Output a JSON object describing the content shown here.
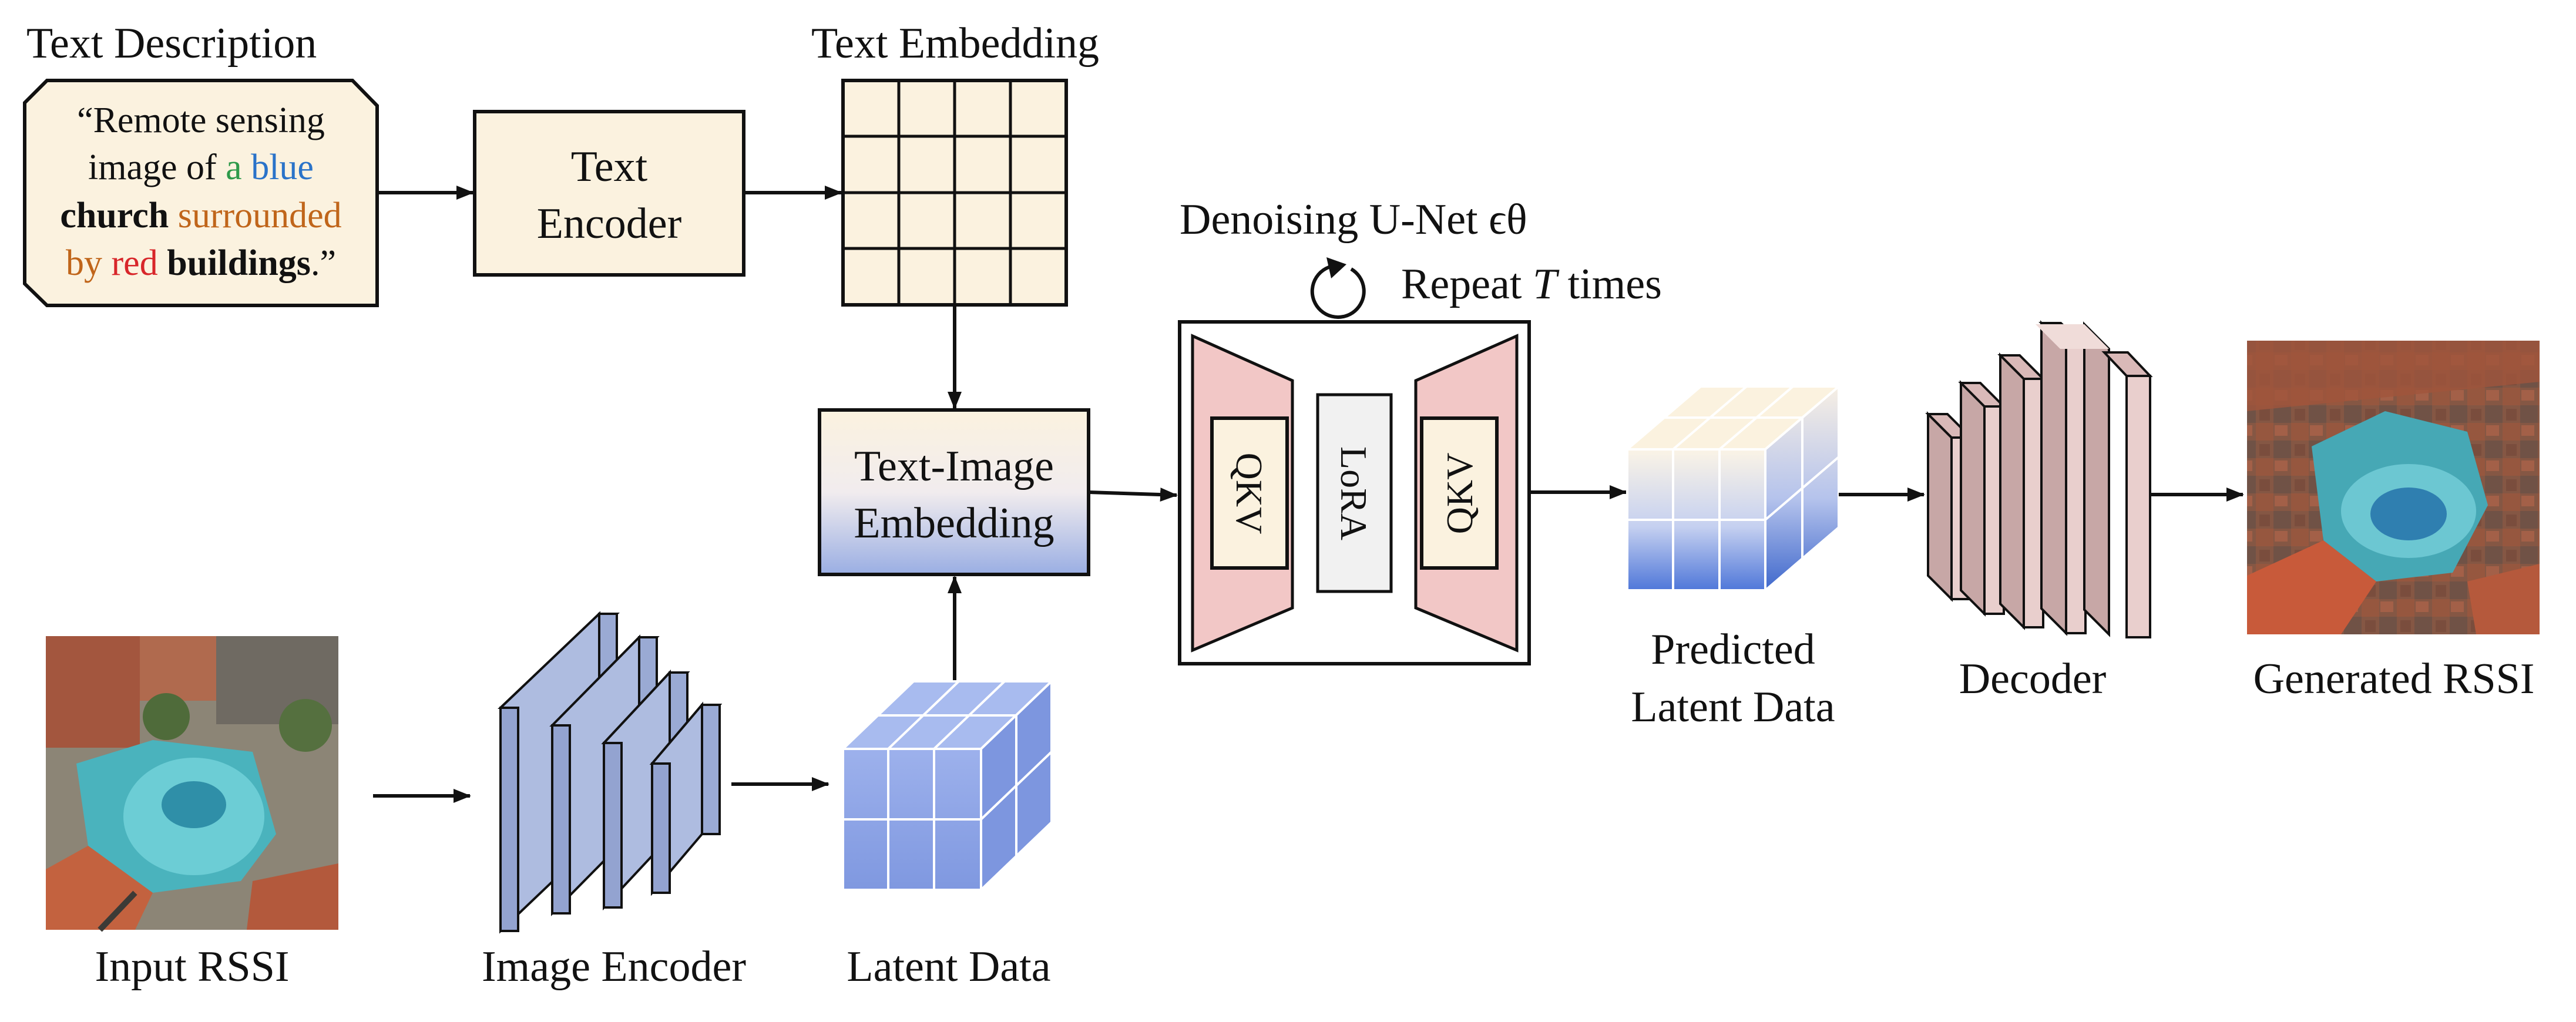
{
  "labels": {
    "text_description": "Text Description",
    "text_embedding": "Text Embedding",
    "text_encoder_line1": "Text",
    "text_encoder_line2": "Encoder",
    "text_image_line1": "Text-Image",
    "text_image_line2": "Embedding",
    "denoising_title": "Denoising U-Net ϵθ",
    "repeat_prefix": "Repeat ",
    "repeat_var": "T",
    "repeat_suffix": " times",
    "qkv_left": "QKV",
    "lora": "LoRA",
    "qkv_right": "QKV",
    "predicted_line1": "Predicted",
    "predicted_line2": "Latent Data",
    "decoder": "Decoder",
    "generated_rssi": "Generated RSSI",
    "input_rssi": "Input RSSI",
    "image_encoder": "Image Encoder",
    "latent_data": "Latent Data"
  },
  "prompt": {
    "line1": "“Remote sensing",
    "line2_a": "image of ",
    "line2_b": "a ",
    "line2_c": "blue",
    "line3_a": "church",
    "line3_b": " surrounded",
    "line4_a": "by ",
    "line4_b": "red",
    "line4_c": " buildings",
    "line4_d": ".”"
  },
  "colors": {
    "beige": "#fbf2df",
    "pink": "#f2c7c6",
    "blue_latent": "#8fa6e6",
    "slate_blue": "#aebce0",
    "decoder_pink": "#e9cfcd",
    "green_word": "#2e9a4a",
    "blue_word": "#2a73c9",
    "orange_word": "#c0651a",
    "red_word": "#d8262a"
  }
}
